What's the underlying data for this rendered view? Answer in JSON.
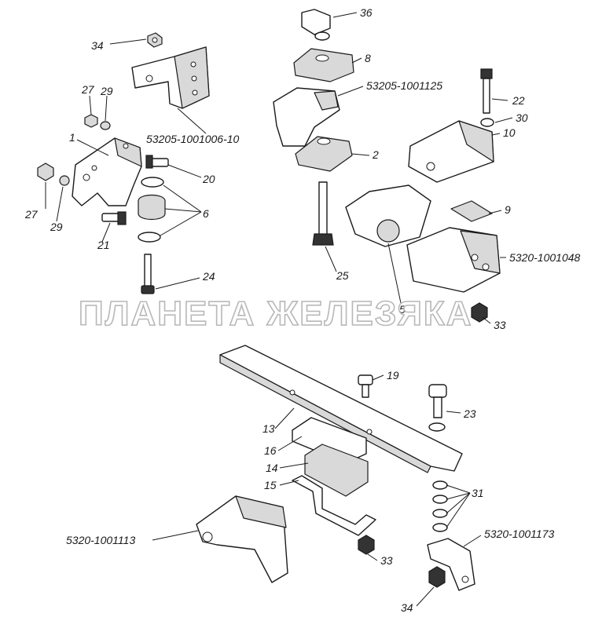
{
  "watermark": "ПЛАНЕТА ЖЕЛЕЗЯКА",
  "labels": {
    "l34a": "34",
    "l36": "36",
    "l8": "8",
    "l53205_1001125": "53205-1001125",
    "l22": "22",
    "l30": "30",
    "l10": "10",
    "l27a": "27",
    "l29a": "29",
    "l1": "1",
    "l53205_1001006_10": "53205-1001006-10",
    "l2": "2",
    "l20": "20",
    "l27b": "27",
    "l29b": "29",
    "l6": "6",
    "l9": "9",
    "l21": "21",
    "l5320_1001048": "5320-1001048",
    "l25": "25",
    "l24": "24",
    "l5": "5",
    "l33a": "33",
    "l19": "19",
    "l23": "23",
    "l13": "13",
    "l16": "16",
    "l14": "14",
    "l15": "15",
    "l31": "31",
    "l5320_1001113": "5320-1001113",
    "l5320_1001173": "5320-1001173",
    "l33b": "33",
    "l34b": "34"
  }
}
